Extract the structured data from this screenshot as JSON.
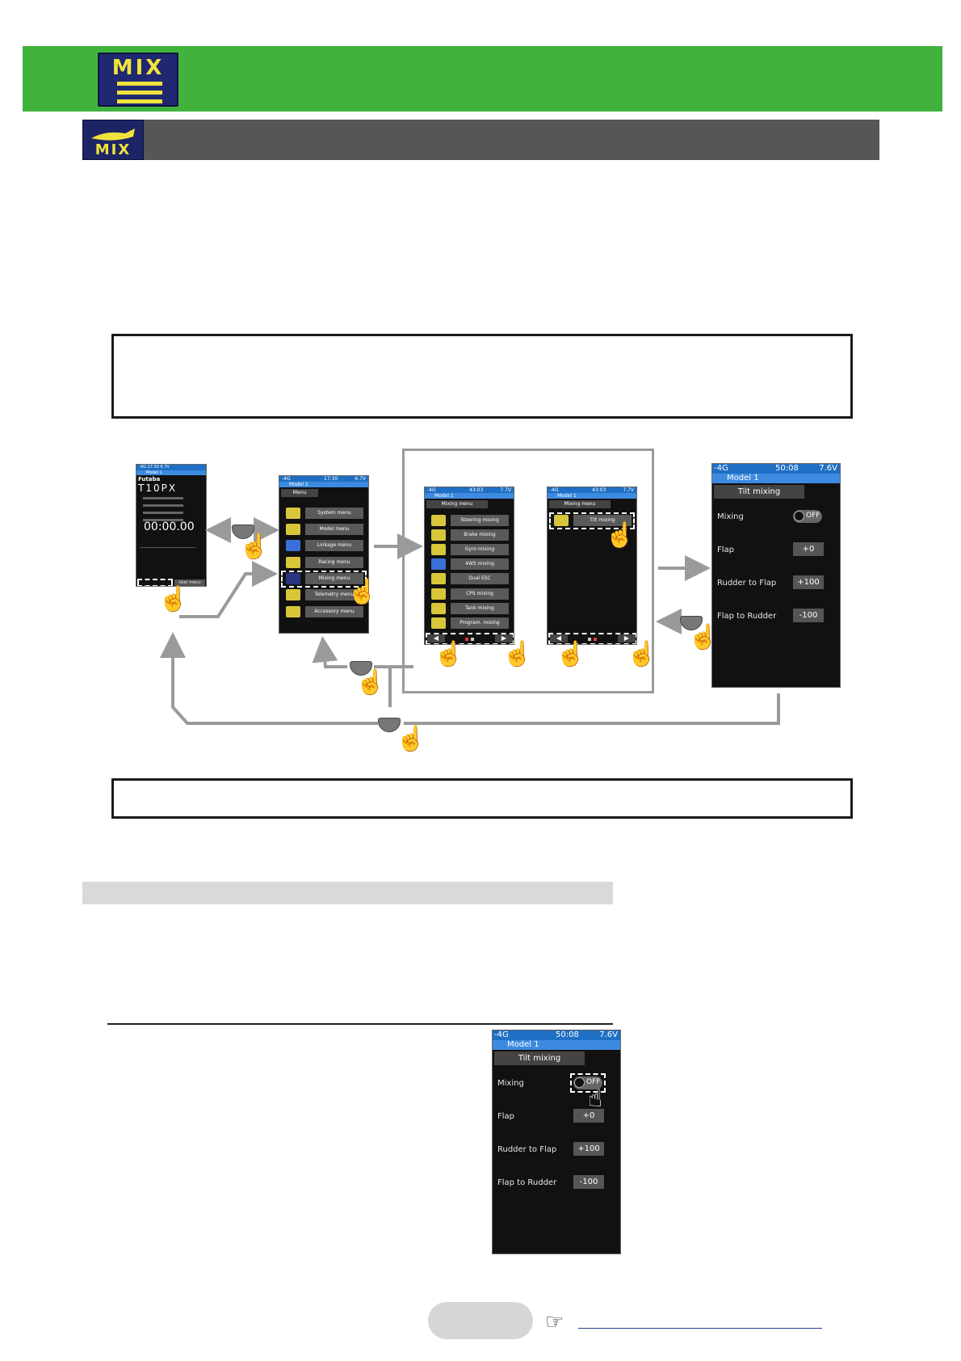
{
  "header": {
    "logo_text": "MIX",
    "boat_logo_text": "MIX"
  },
  "screens": {
    "home": {
      "status": "-4G  17:30  6.7V",
      "model": "Model 1",
      "brand": "Futaba",
      "product": "T10PX",
      "timer": "00:00.00",
      "footer_left": "",
      "footer_right": "User menu"
    },
    "menu": {
      "status_left": "-4G",
      "status_time": "17:30",
      "status_batt": "6.7V",
      "model": "Model 1",
      "tab": "Menu",
      "items": [
        {
          "icon": "SYS",
          "label": "System menu"
        },
        {
          "icon": "MDL",
          "label": "Model menu"
        },
        {
          "icon": "LNK",
          "label": "Linkage menu"
        },
        {
          "icon": "RAC",
          "label": "Racing menu"
        },
        {
          "icon": "MIX",
          "label": "Mixing menu"
        },
        {
          "icon": "TELE",
          "label": "Telemetry menu"
        },
        {
          "icon": "ACC",
          "label": "Accessory menu"
        }
      ]
    },
    "mixing1": {
      "status_left": "-4G",
      "status_time": "43:03",
      "status_batt": "7.7V",
      "model": "Model 1",
      "tab": "Mixing menu",
      "items": [
        {
          "icon": "MIX",
          "label": "Steering mixing"
        },
        {
          "icon": "MIX",
          "label": "Brake mixing"
        },
        {
          "icon": "MIX",
          "label": "Gyro mixing"
        },
        {
          "icon": "4WS",
          "label": "4WS mixing"
        },
        {
          "icon": "ESC",
          "label": "Dual ESC"
        },
        {
          "icon": "MIX",
          "label": "CPS mixing"
        },
        {
          "icon": "MIX",
          "label": "Tank mixing"
        },
        {
          "icon": "PMIX",
          "label": "Program. mixing"
        }
      ]
    },
    "mixing2": {
      "status_left": "-4G",
      "status_time": "43:03",
      "status_batt": "7.7V",
      "model": "Model 1",
      "tab": "Mixing menu",
      "items": [
        {
          "icon": "MIX",
          "label": "Tilt mixing"
        }
      ]
    },
    "tilt": {
      "status_left": "-4G",
      "status_time": "50:08",
      "status_batt": "7.6V",
      "model": "Model 1",
      "tab": "Tilt mixing",
      "mixing_label": "Mixing",
      "mixing_value": "OFF",
      "rows": [
        {
          "label": "Flap",
          "value": "+0"
        },
        {
          "label": "Rudder to Flap",
          "value": "+100"
        },
        {
          "label": "Flap to Rudder",
          "value": "-100"
        }
      ]
    }
  },
  "colors": {
    "header_green": "#41b33d",
    "title_grey": "#565656",
    "screen_blue": "#1f6fc4",
    "logo_yellow": "#f0e23c"
  }
}
